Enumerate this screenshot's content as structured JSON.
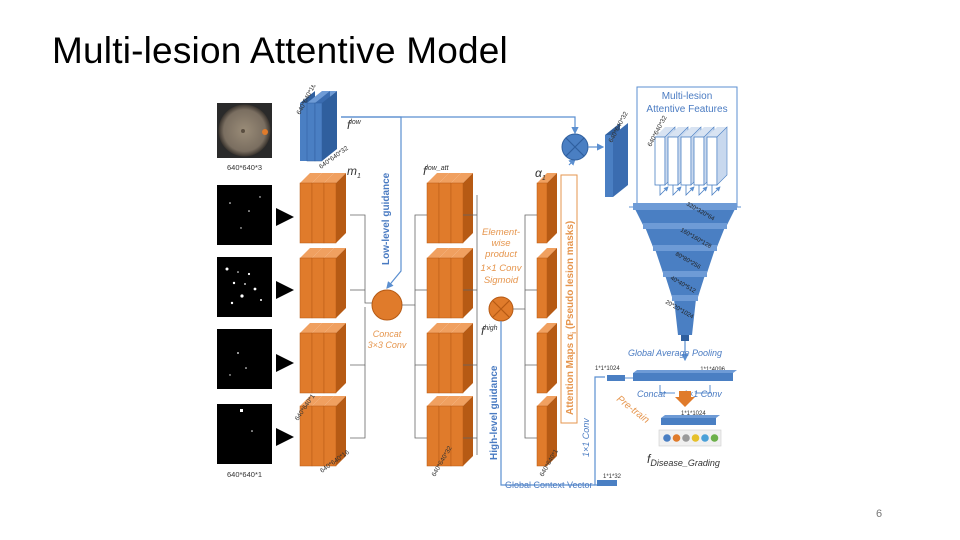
{
  "slide": {
    "title": "Multi-lesion Attentive Model",
    "page_number": "6"
  },
  "diagram": {
    "input_labels": {
      "top": "640*640*3",
      "bottom": "640*640*1"
    },
    "dims": {
      "f_low_a": "640*640*16",
      "f_low_b": "640*640*32",
      "mask_a": "640*640*1",
      "mask_b": "640*640*16",
      "f_low_att": "640*640*32",
      "alpha_out": "640*640*1",
      "feat_a": "640*640*32",
      "feat_b": "640*640*32",
      "funnel_1": "320*320*64",
      "funnel_2": "160*160*128",
      "funnel_3": "80*80*256",
      "funnel_4": "40*40*512",
      "funnel_5": "20*20*1024",
      "vec_1024": "1*1*1024",
      "vec_4096": "1*1*4096",
      "vec_out": "1*1*1024",
      "gcv_dim": "1*1*32"
    },
    "labels": {
      "f_low": "f",
      "f_low_sup": "low",
      "m1": "m",
      "m1_sub": "1",
      "f_low_att": "f",
      "f_low_att_sup": "low_att",
      "alpha1": "α",
      "alpha1_sub": "1",
      "f_high": "f",
      "f_high_sup": "high",
      "low_level_guidance": "Low-level guidance",
      "high_level_guidance": "High-level guidance",
      "attention_maps": "Attention Maps α",
      "attention_maps_sub": "i",
      "attention_maps_tail": " (Pseudo lesion masks)",
      "element_wise_1": "Element-",
      "element_wise_2": "wise",
      "element_wise_3": "product",
      "conv1x1_sigmoid_1": "1×1 Conv",
      "conv1x1_sigmoid_2": "Sigmoid",
      "concat_conv_1": "Concat",
      "concat_conv_2": "3×3 Conv",
      "multi_lesion_1": "Multi-lesion",
      "multi_lesion_2": "Attentive Features",
      "global_avg_pooling": "Global Average Pooling",
      "concat": "Concat",
      "conv1x1": "1×1 Conv",
      "pre_train": "Pre-train",
      "vertical_conv": "1×1 Conv",
      "global_context_vector": "Global Context Vector",
      "f_disease": "f",
      "f_disease_sub": "Disease_Grading"
    },
    "colors": {
      "orange": "#e07b2b",
      "orange_dark": "#b65a14",
      "blue": "#4a7fc3",
      "blue_dark": "#2f5f9e",
      "guide": "#5b8fd0",
      "label_orange": "#e6964e",
      "label_blue": "#4a7bc2"
    },
    "grading_dots": [
      "#4a7fc3",
      "#e07b2b",
      "#9a9a9a",
      "#e6c02b",
      "#4aa0d8",
      "#6cb04a"
    ]
  }
}
